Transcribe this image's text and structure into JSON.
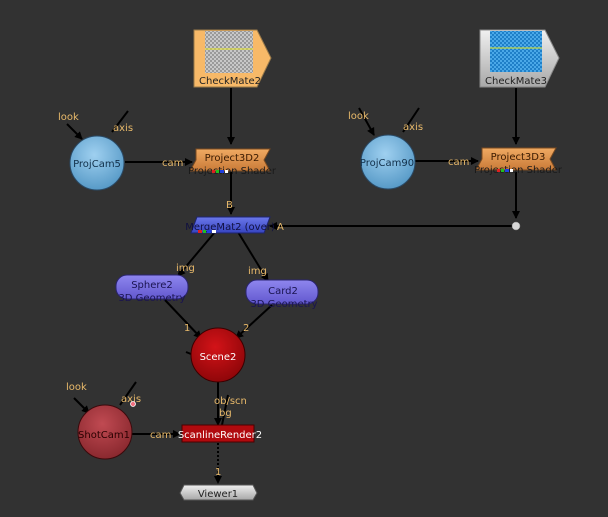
{
  "graph": {
    "background": "#323232",
    "nodes": {
      "checkmate2": {
        "label": "CheckMate2",
        "type": "read",
        "color": "#f7b968"
      },
      "checkmate3": {
        "label": "CheckMate3",
        "type": "read",
        "color": "#d8d8d8"
      },
      "projcam5": {
        "label": "ProjCam5",
        "type": "camera",
        "color": "#6eb3dd"
      },
      "projcam90": {
        "label": "ProjCam90",
        "type": "camera",
        "color": "#6eb3dd"
      },
      "project3d2": {
        "label": "Project3D2",
        "sublabel": "Projection Shader",
        "color": "#e0964e"
      },
      "project3d3": {
        "label": "Project3D3",
        "sublabel": "Projection Shader",
        "color": "#e0964e"
      },
      "mergemat2": {
        "label": "MergeMat2 (over)",
        "color": "#4f5fd6"
      },
      "sphere2": {
        "label": "Sphere2",
        "sublabel": "3D Geometry",
        "color": "#7b72e0"
      },
      "card2": {
        "label": "Card2",
        "sublabel": "3D Geometry",
        "color": "#7b72e0"
      },
      "scene2": {
        "label": "Scene2",
        "color": "#b3080c"
      },
      "shotcam1": {
        "label": "ShotCam1",
        "color": "#a8363e"
      },
      "scanlinerender2": {
        "label": "ScanlineRender2",
        "color": "#b00a0e"
      },
      "viewer1": {
        "label": "Viewer1",
        "color": "#cfcfcf"
      }
    },
    "edge_labels": {
      "look_5": "look",
      "axis_5": "axis",
      "cam_5": "cam",
      "look_90": "look",
      "axis_90": "axis",
      "cam_90": "cam",
      "b": "B",
      "a": "A",
      "img_sphere": "img",
      "img_card": "img",
      "in1": "1",
      "in2": "2",
      "obscn": "ob/scn",
      "bg": "bg",
      "look_shot": "look",
      "axis_shot": "axis",
      "cam_shot": "cam",
      "viewer_in": "1"
    }
  }
}
